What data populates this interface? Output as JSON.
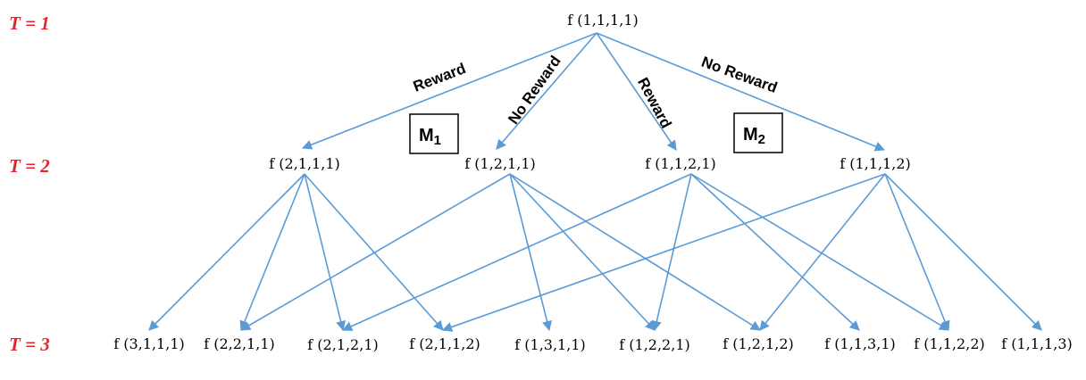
{
  "levels": [
    {
      "label": "T = 1"
    },
    {
      "label": "T = 2"
    },
    {
      "label": "T = 3"
    }
  ],
  "root": {
    "label": "f (1,1,1,1)"
  },
  "level2": [
    {
      "label": "f (2,1,1,1)"
    },
    {
      "label": "f (1,2,1,1)"
    },
    {
      "label": "f (1,1,2,1)"
    },
    {
      "label": "f (1,1,1,2)"
    }
  ],
  "level3": [
    {
      "label": "f (3,1,1,1)"
    },
    {
      "label": "f (2,2,1,1)"
    },
    {
      "label": "f (2,1,2,1)"
    },
    {
      "label": "f (2,1,1,2)"
    },
    {
      "label": "f (1,3,1,1)"
    },
    {
      "label": "f (1,2,2,1)"
    },
    {
      "label": "f (1,2,1,2)"
    },
    {
      "label": "f (1,1,3,1)"
    },
    {
      "label": "f (1,1,2,2)"
    },
    {
      "label": "f (1,1,1,3)"
    }
  ],
  "edge_labels": [
    "Reward",
    "No Reward",
    "Reward",
    "No Reward"
  ],
  "models": [
    {
      "label": "M",
      "subscript": "1"
    },
    {
      "label": "M",
      "subscript": "2"
    }
  ],
  "edges_l2_to_l3": [
    [
      0,
      0
    ],
    [
      0,
      1
    ],
    [
      0,
      2
    ],
    [
      0,
      3
    ],
    [
      1,
      1
    ],
    [
      1,
      4
    ],
    [
      1,
      5
    ],
    [
      1,
      6
    ],
    [
      2,
      2
    ],
    [
      2,
      5
    ],
    [
      2,
      7
    ],
    [
      2,
      8
    ],
    [
      3,
      3
    ],
    [
      3,
      6
    ],
    [
      3,
      8
    ],
    [
      3,
      9
    ]
  ],
  "colors": {
    "edge": "#5b9bd5",
    "level_label": "#e3262d"
  }
}
